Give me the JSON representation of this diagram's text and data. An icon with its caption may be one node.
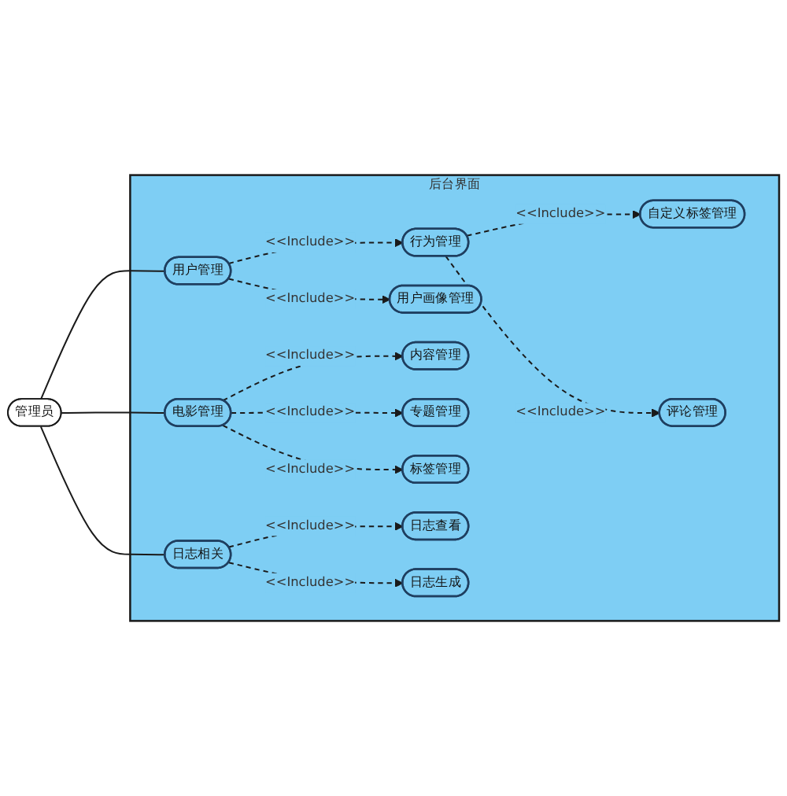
{
  "diagram": {
    "nodes": [
      {
        "text": [
          "后台界面"
        ]
      },
      {
        "text": [
          "用户管理"
        ],
        "in": 0
      },
      {
        "text": [
          "行为管理"
        ],
        "in": 0
      },
      {
        "text": [
          "自定义标签管理"
        ],
        "in": 0
      },
      {
        "text": [
          "评论管理"
        ],
        "in": 0
      },
      {
        "text": [
          "用户画像管理"
        ],
        "in": 0
      },
      {
        "text": [
          "电影管理"
        ],
        "in": 0
      },
      {
        "text": [
          "内容管理"
        ],
        "in": 0
      },
      {
        "text": [
          "专题管理"
        ],
        "in": 0
      },
      {
        "text": [
          "标签管理"
        ],
        "in": 0
      },
      {
        "text": [
          "日志相关"
        ],
        "in": 0
      },
      {
        "text": [
          "日志查看"
        ],
        "in": 0
      },
      {
        "text": [
          "日志生成"
        ],
        "in": 0
      },
      {
        "text": [
          "管理员"
        ]
      }
    ],
    "edges": [
      {
        "from": 13,
        "to": 1,
        "arrow": "none"
      },
      {
        "from": 13,
        "to": 6,
        "arrow": "none"
      },
      {
        "from": 13,
        "to": 10,
        "arrow": "none"
      },
      {
        "from": 1,
        "to": 2,
        "arrow": "to",
        "label": "<<Include>>",
        "style": "dashed"
      },
      {
        "from": 1,
        "to": 5,
        "arrow": "to",
        "label": "<<Include>>",
        "style": "dashed"
      },
      {
        "from": 2,
        "to": 3,
        "arrow": "to",
        "label": "<<Include>>",
        "style": "dashed"
      },
      {
        "from": 2,
        "to": 4,
        "arrow": "to",
        "label": "<<Include>>",
        "style": "dashed"
      },
      {
        "from": 6,
        "to": 7,
        "arrow": "to",
        "label": "<<Include>>",
        "style": "dashed"
      },
      {
        "from": 6,
        "to": 8,
        "arrow": "to",
        "label": "<<Include>>",
        "style": "dashed"
      },
      {
        "from": 6,
        "to": 9,
        "arrow": "to",
        "label": "<<Include>>",
        "style": "dashed"
      },
      {
        "from": 10,
        "to": 11,
        "arrow": "to",
        "label": "<<Include>>",
        "style": "dashed"
      },
      {
        "from": 10,
        "to": 12,
        "arrow": "to",
        "label": "<<Include>>",
        "style": "dashed"
      }
    ]
  }
}
